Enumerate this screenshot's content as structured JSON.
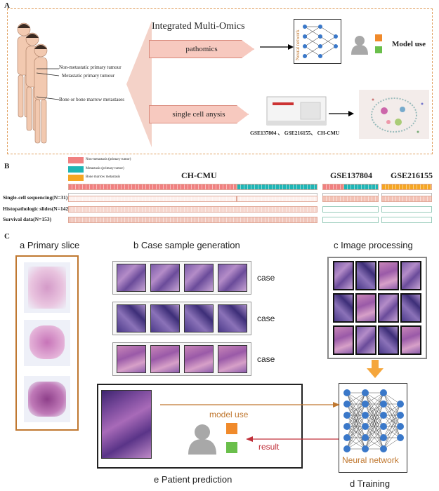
{
  "panel_a": {
    "letter": "A",
    "title": "Integrated Multi-Omics",
    "pathomics": "pathomics",
    "single_cell": "single cell anysis",
    "tumour_labels": [
      "Non-metastatic primary tumour",
      "Metastatic primary tumour",
      "Bone or bone marrow metastases"
    ],
    "nn_label": "Neural network",
    "model_use": "Model use",
    "datasets": "GSE137804 、 GSE216155、 CH-CMU"
  },
  "panel_b": {
    "letter": "B",
    "legend": [
      "Non-metastasis (primary tumor)",
      "Metastasis (primary tumor)",
      "Bone marrow metastasis"
    ],
    "cohorts": [
      "CH-CMU",
      "GSE137804",
      "GSE216155"
    ],
    "rows": [
      "Single-cell sequencing(N=31)",
      "Histopathologic slides(N=142)",
      "Survival data(N=153)"
    ],
    "colors": {
      "non_met": "#f08080",
      "met": "#1fb5b5",
      "bone": "#f5a623",
      "grid": "#f3c2b5"
    }
  },
  "panel_c": {
    "letter": "C",
    "a_title": "a Primary slice",
    "b_title": "b Case sample generation",
    "c_title": "c Image processing",
    "case_label": "case",
    "model_use": "model use",
    "result": "result",
    "nn_label": "Neural network",
    "e_title": "e Patient prediction",
    "d_title": "d Training",
    "colors": {
      "orange": "#f08a2b",
      "green": "#6abf4b",
      "arrow_orange": "#c07830",
      "arrow_red": "#c0303a"
    }
  }
}
